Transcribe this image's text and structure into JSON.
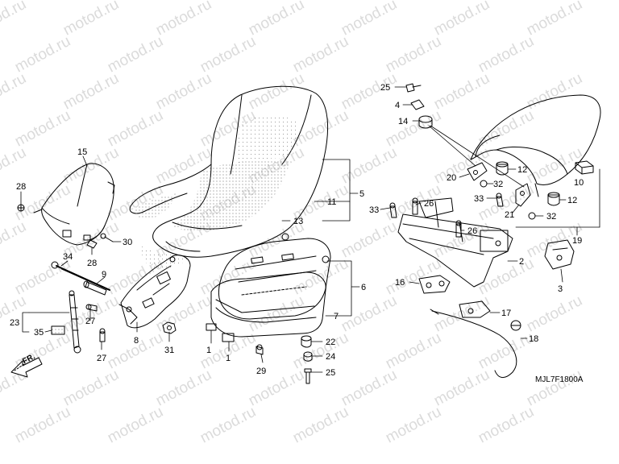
{
  "watermark": {
    "text": "motod.ru"
  },
  "diagram_code": "MJL7F1800A",
  "direction_label": "FR.",
  "callouts": {
    "c1a": "1",
    "c1b": "1",
    "c2": "2",
    "c3": "3",
    "c4": "4",
    "c5": "5",
    "c6": "6",
    "c7": "7",
    "c8": "8",
    "c9": "9",
    "c10": "10",
    "c11": "11",
    "c12a": "12",
    "c12b": "12",
    "c13": "13",
    "c14": "14",
    "c15": "15",
    "c16": "16",
    "c17": "17",
    "c18": "18",
    "c19": "19",
    "c20": "20",
    "c21": "21",
    "c22": "22",
    "c23": "23",
    "c24": "24",
    "c25a": "25",
    "c25b": "25",
    "c26a": "26",
    "c26b": "26",
    "c27a": "27",
    "c27b": "27",
    "c28a": "28",
    "c28b": "28",
    "c29": "29",
    "c30": "30",
    "c31": "31",
    "c32a": "32",
    "c32b": "32",
    "c33a": "33",
    "c33b": "33",
    "c34": "34",
    "c35": "35"
  }
}
